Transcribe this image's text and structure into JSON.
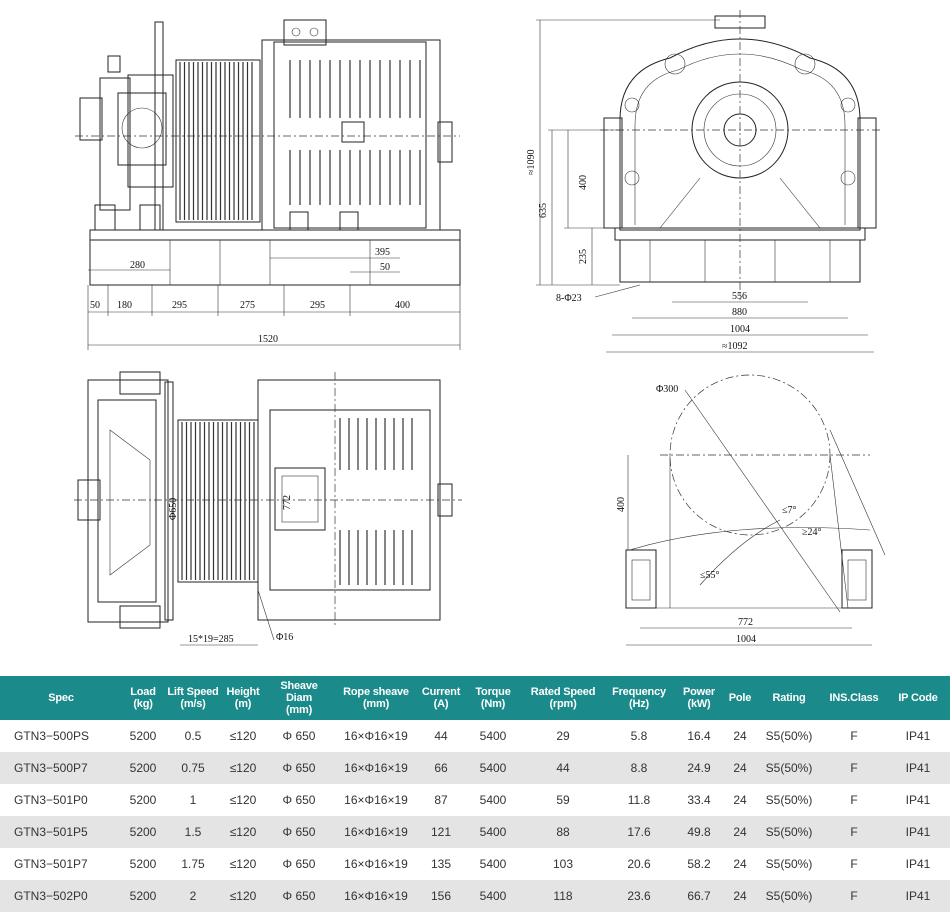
{
  "drawings": {
    "front_view": {
      "dims": [
        "50",
        "180",
        "295",
        "275",
        "295",
        "400",
        "1520",
        "280",
        "395",
        "50"
      ]
    },
    "side_view": {
      "dims": [
        "≈1090",
        "400",
        "635",
        "235",
        "8-Φ23",
        "556",
        "880",
        "1004",
        "≈1092"
      ]
    },
    "top_view": {
      "dims": [
        "Φ650",
        "772",
        "15*19=285",
        "Φ16"
      ]
    },
    "wrap_diagram": {
      "dims": [
        "Φ300",
        "400",
        "≤7°",
        "≥24°",
        "≤55°",
        "772",
        "1004"
      ]
    }
  },
  "table": {
    "headers": [
      [
        "Spec",
        ""
      ],
      [
        "Load",
        "(kg)"
      ],
      [
        "Lift Speed",
        "(m/s)"
      ],
      [
        "Height",
        "(m)"
      ],
      [
        "Sheave Diam",
        "(mm)"
      ],
      [
        "Rope sheave",
        "(mm)"
      ],
      [
        "Current",
        "(A)"
      ],
      [
        "Torque",
        "(Nm)"
      ],
      [
        "Rated Speed",
        "(rpm)"
      ],
      [
        "Frequency",
        "(Hz)"
      ],
      [
        "Power",
        "(kW)"
      ],
      [
        "Pole",
        ""
      ],
      [
        "Rating",
        ""
      ],
      [
        "INS.Class",
        ""
      ],
      [
        "IP Code",
        ""
      ]
    ],
    "rows": [
      [
        "GTN3−500PS",
        "5200",
        "0.5",
        "≤120",
        "Φ 650",
        "16×Φ16×19",
        "44",
        "5400",
        "29",
        "5.8",
        "16.4",
        "24",
        "S5(50%)",
        "F",
        "IP41"
      ],
      [
        "GTN3−500P7",
        "5200",
        "0.75",
        "≤120",
        "Φ 650",
        "16×Φ16×19",
        "66",
        "5400",
        "44",
        "8.8",
        "24.9",
        "24",
        "S5(50%)",
        "F",
        "IP41"
      ],
      [
        "GTN3−501P0",
        "5200",
        "1",
        "≤120",
        "Φ 650",
        "16×Φ16×19",
        "87",
        "5400",
        "59",
        "11.8",
        "33.4",
        "24",
        "S5(50%)",
        "F",
        "IP41"
      ],
      [
        "GTN3−501P5",
        "5200",
        "1.5",
        "≤120",
        "Φ 650",
        "16×Φ16×19",
        "121",
        "5400",
        "88",
        "17.6",
        "49.8",
        "24",
        "S5(50%)",
        "F",
        "IP41"
      ],
      [
        "GTN3−501P7",
        "5200",
        "1.75",
        "≤120",
        "Φ 650",
        "16×Φ16×19",
        "135",
        "5400",
        "103",
        "20.6",
        "58.2",
        "24",
        "S5(50%)",
        "F",
        "IP41"
      ],
      [
        "GTN3−502P0",
        "5200",
        "2",
        "≤120",
        "Φ 650",
        "16×Φ16×19",
        "156",
        "5400",
        "118",
        "23.6",
        "66.7",
        "24",
        "S5(50%)",
        "F",
        "IP41"
      ]
    ],
    "colors": {
      "header_bg": "#1b8a8a",
      "header_text": "#ffffff",
      "stripe": "#e4e4e4"
    }
  }
}
